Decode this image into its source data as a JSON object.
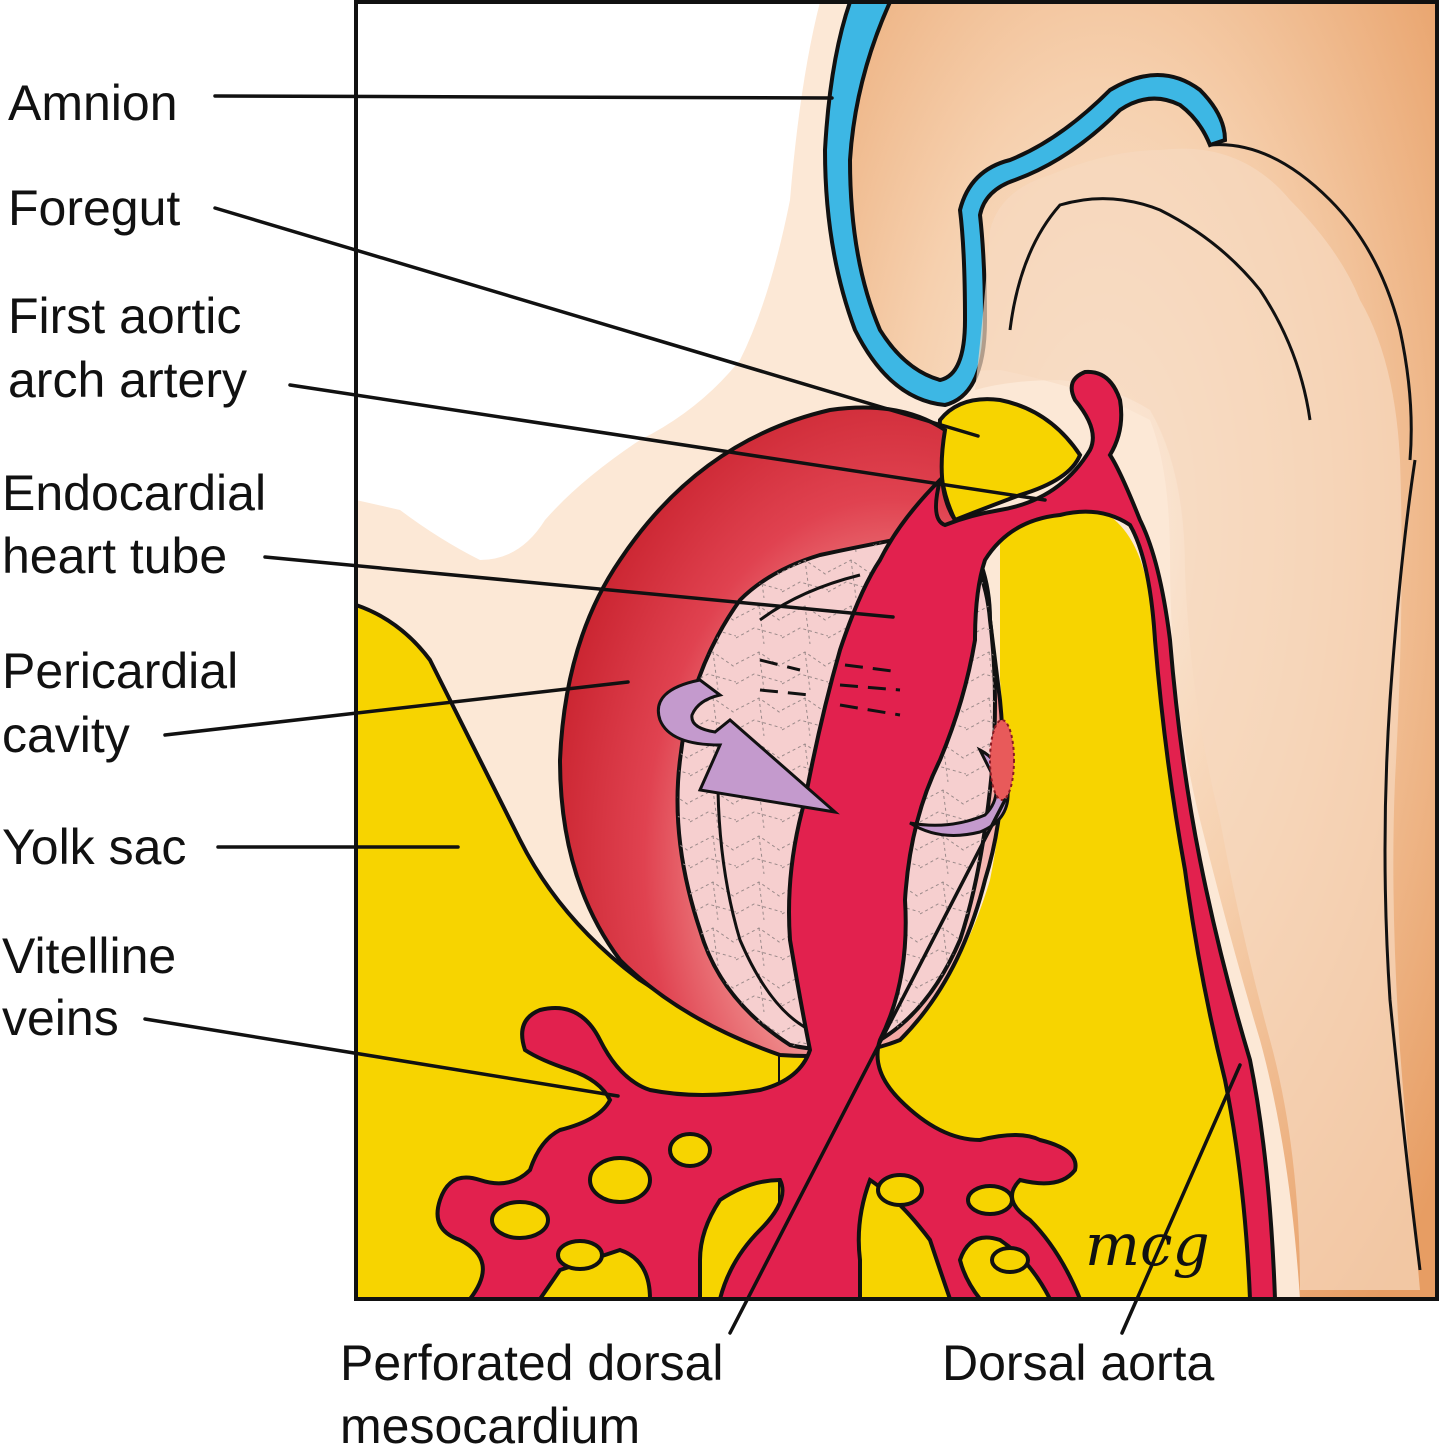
{
  "colors": {
    "yolk": "#F7D400",
    "vessel": "#E2214E",
    "amnion": "#3DB7E4",
    "ectoderm": "#F4B27D",
    "mesoderm": "#FCE8D6",
    "pericardium": "#DD3340",
    "endocardium": "#F6CFCF",
    "arrow": "#C49ACD",
    "ink": "#111111"
  },
  "labels": {
    "amnion": "Amnion",
    "foregut": "Foregut",
    "first_aortic_arch_artery": [
      "First aortic",
      "arch artery"
    ],
    "endocardial_heart_tube": [
      "Endocardial",
      "heart tube"
    ],
    "pericardial_cavity": [
      "Pericardial",
      "cavity"
    ],
    "yolk_sac": "Yolk sac",
    "vitelline_veins": [
      "Vitelline",
      "veins"
    ],
    "perforated_dorsal_mesocardium": [
      "Perforated dorsal",
      "mesocardium"
    ],
    "dorsal_aorta": "Dorsal aorta"
  },
  "signature": "mcg"
}
